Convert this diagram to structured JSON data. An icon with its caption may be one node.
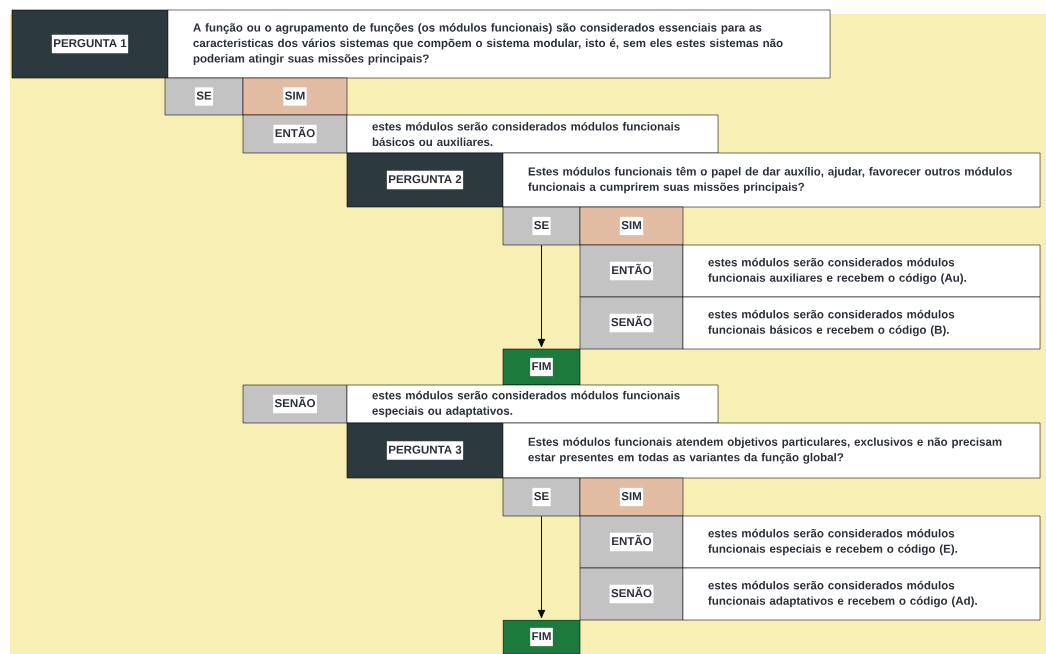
{
  "diagram": {
    "nodes": [
      {
        "text": [
          "PERGUNTA 1"
        ]
      },
      {
        "text": [
          "A função ou o agrupamento de funções (os módulos funcionais) são considerados essenciais para as caracteristicas dos vários sistemas que compõem o sistema modular, isto é, sem eles estes sistemas não poderiam atingir suas missões principais?"
        ]
      },
      {
        "text": [
          "SE"
        ]
      },
      {
        "text": [
          "SIM"
        ]
      },
      {
        "text": [
          "ENTÃO"
        ]
      },
      {
        "text": [
          "estes módulos serão considerados módulos funcionais básicos ou auxiliares."
        ]
      },
      {
        "text": [
          "PERGUNTA 2"
        ]
      },
      {
        "text": [
          "Estes módulos funcionais têm o papel de dar auxílio, ajudar, favorecer outros módulos funcionais a cumprirem suas missões principais?"
        ]
      },
      {
        "text": [
          "SE"
        ]
      },
      {
        "text": [
          "SIM"
        ]
      },
      {
        "text": [
          "ENTÃO"
        ]
      },
      {
        "text": [
          "estes módulos serão considerados módulos funcionais auxiliares e recebem o código (Au)."
        ]
      },
      {
        "text": [
          "SENÃO"
        ]
      },
      {
        "text": [
          "estes módulos serão considerados módulos funcionais básicos e recebem o código (B)."
        ]
      },
      {
        "text": [
          "FIM"
        ]
      },
      {
        "text": [
          "SENÃO"
        ]
      },
      {
        "text": [
          "estes módulos serão considerados módulos funcionais especiais ou adaptativos."
        ]
      },
      {
        "text": [
          "PERGUNTA 3"
        ]
      },
      {
        "text": [
          "Estes módulos funcionais atendem objetivos particulares, exclusivos e não precisam estar presentes em todas as variantes da função global?"
        ]
      },
      {
        "text": [
          "SE"
        ]
      },
      {
        "text": [
          "SIM"
        ]
      },
      {
        "text": [
          "ENTÃO"
        ]
      },
      {
        "text": [
          "estes módulos serão considerados módulos funcionais especiais e recebem o código (E)."
        ]
      },
      {
        "text": [
          "SENÃO"
        ]
      },
      {
        "text": [
          "estes módulos serão considerados módulos funcionais adaptativos e recebem o código (Ad)."
        ]
      },
      {
        "text": [
          "FIM"
        ]
      }
    ],
    "edges": [
      {
        "from": 8,
        "to": 14,
        "arrow": "to"
      },
      {
        "from": 19,
        "to": 25,
        "arrow": "to"
      }
    ]
  }
}
